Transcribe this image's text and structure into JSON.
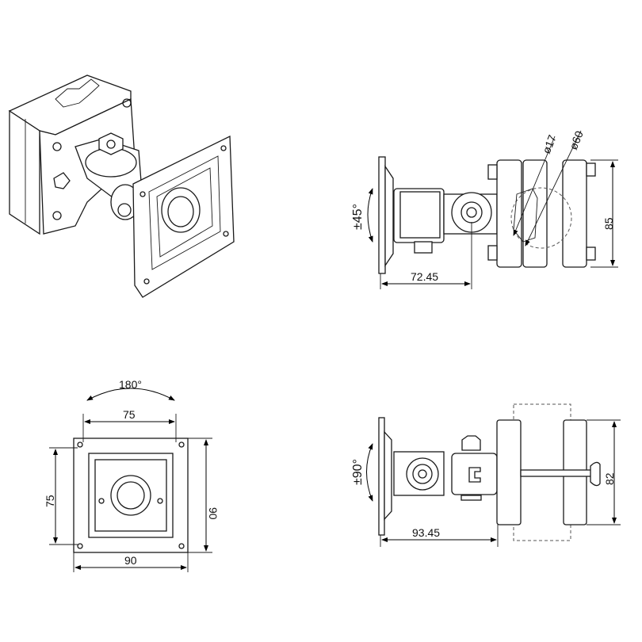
{
  "side_view_top": {
    "rotation_label": "±45°",
    "pole_min_label": "ø17",
    "pole_max_label": "ø60",
    "height_label": "85",
    "depth_label": "72.45"
  },
  "front_view": {
    "rotation_label": "180°",
    "hole_spacing_x_label": "75",
    "hole_spacing_y_label": "75",
    "plate_height_label": "90",
    "plate_width_label": "90"
  },
  "side_view_bottom": {
    "rotation_label": "±90°",
    "depth_label": "93.45",
    "height_label": "82"
  }
}
